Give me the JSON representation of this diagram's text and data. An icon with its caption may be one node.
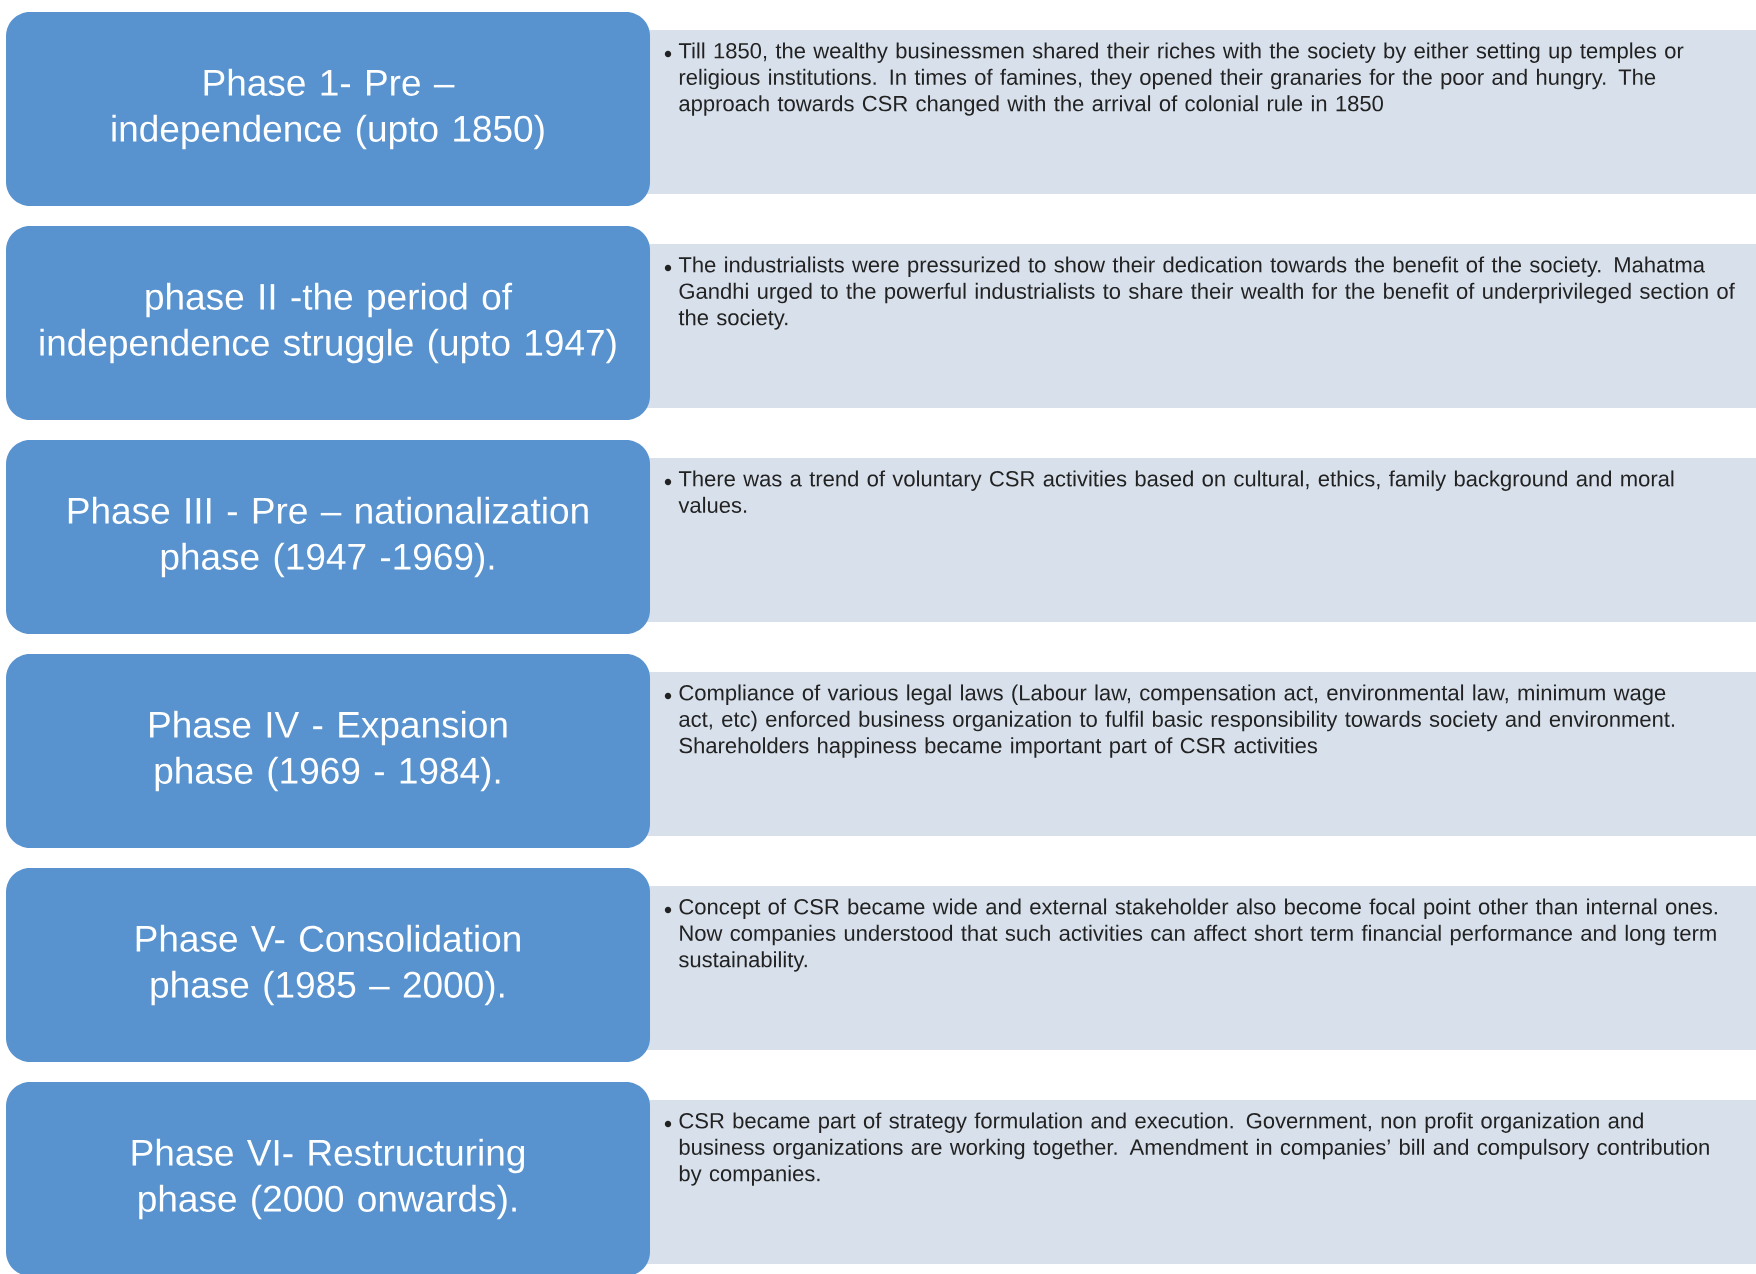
{
  "diagram": {
    "nodes": [
      {
        "text": [
          "Phase 1- Pre – independence (upto 1850)"
        ]
      },
      {
        "text": [
          "Till 1850, the wealthy businessmen shared their riches with the society by either setting up temples or religious institutions. In times of famines, they opened their granaries for the poor and hungry. The approach towards CSR changed with the arrival of colonial rule in 1850"
        ]
      },
      {
        "text": [
          "phase  II -the period of independence struggle (upto 1947)"
        ]
      },
      {
        "text": [
          "The industrialists were pressurized to show their dedication towards the benefit of the society. Mahatma Gandhi urged to the powerful industrialists to share their wealth for the benefit of underprivileged section of the society."
        ]
      },
      {
        "text": [
          "Phase III - Pre – nationalization phase (1947 -1969)."
        ]
      },
      {
        "text": [
          "There was a trend of voluntary CSR activities based on cultural, ethics, family background  and moral values."
        ]
      },
      {
        "text": [
          "Phase IV - Expansion phase (1969 - 1984)."
        ]
      },
      {
        "text": [
          "Compliance of various legal laws (Labour law, compensation act, environmental law,  minimum wage act, etc) enforced business organization to fulfil basic responsibility towards society and environment. Shareholders happiness became important part of CSR activities"
        ]
      },
      {
        "text": [
          "Phase V- Consolidation phase (1985 – 2000)."
        ]
      },
      {
        "text": [
          "Concept of CSR became wide and external stakeholder also become focal point other than internal ones. Now companies understood that such activities can affect short term financial performance and long term sustainability."
        ]
      },
      {
        "text": [
          "Phase VI- Restructuring phase (2000 onwards)."
        ]
      },
      {
        "text": [
          "CSR became part of strategy formulation and execution. Government, non profit organization and business organizations are working together. Amendment in companies’ bill and compulsory contribution by companies."
        ]
      }
    ]
  }
}
